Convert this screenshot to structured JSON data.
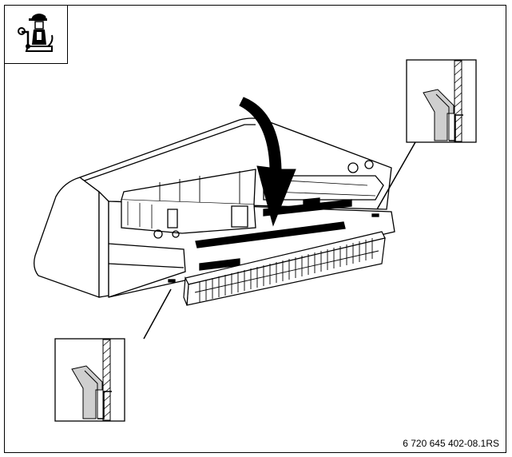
{
  "figure": {
    "code": "6 720 645 402-08.1RS",
    "icon": "installer-icon",
    "arrow_icon": "curved-arrow-down-icon",
    "detail_views": [
      "clip-detail-top-right",
      "clip-detail-bottom-left"
    ]
  }
}
